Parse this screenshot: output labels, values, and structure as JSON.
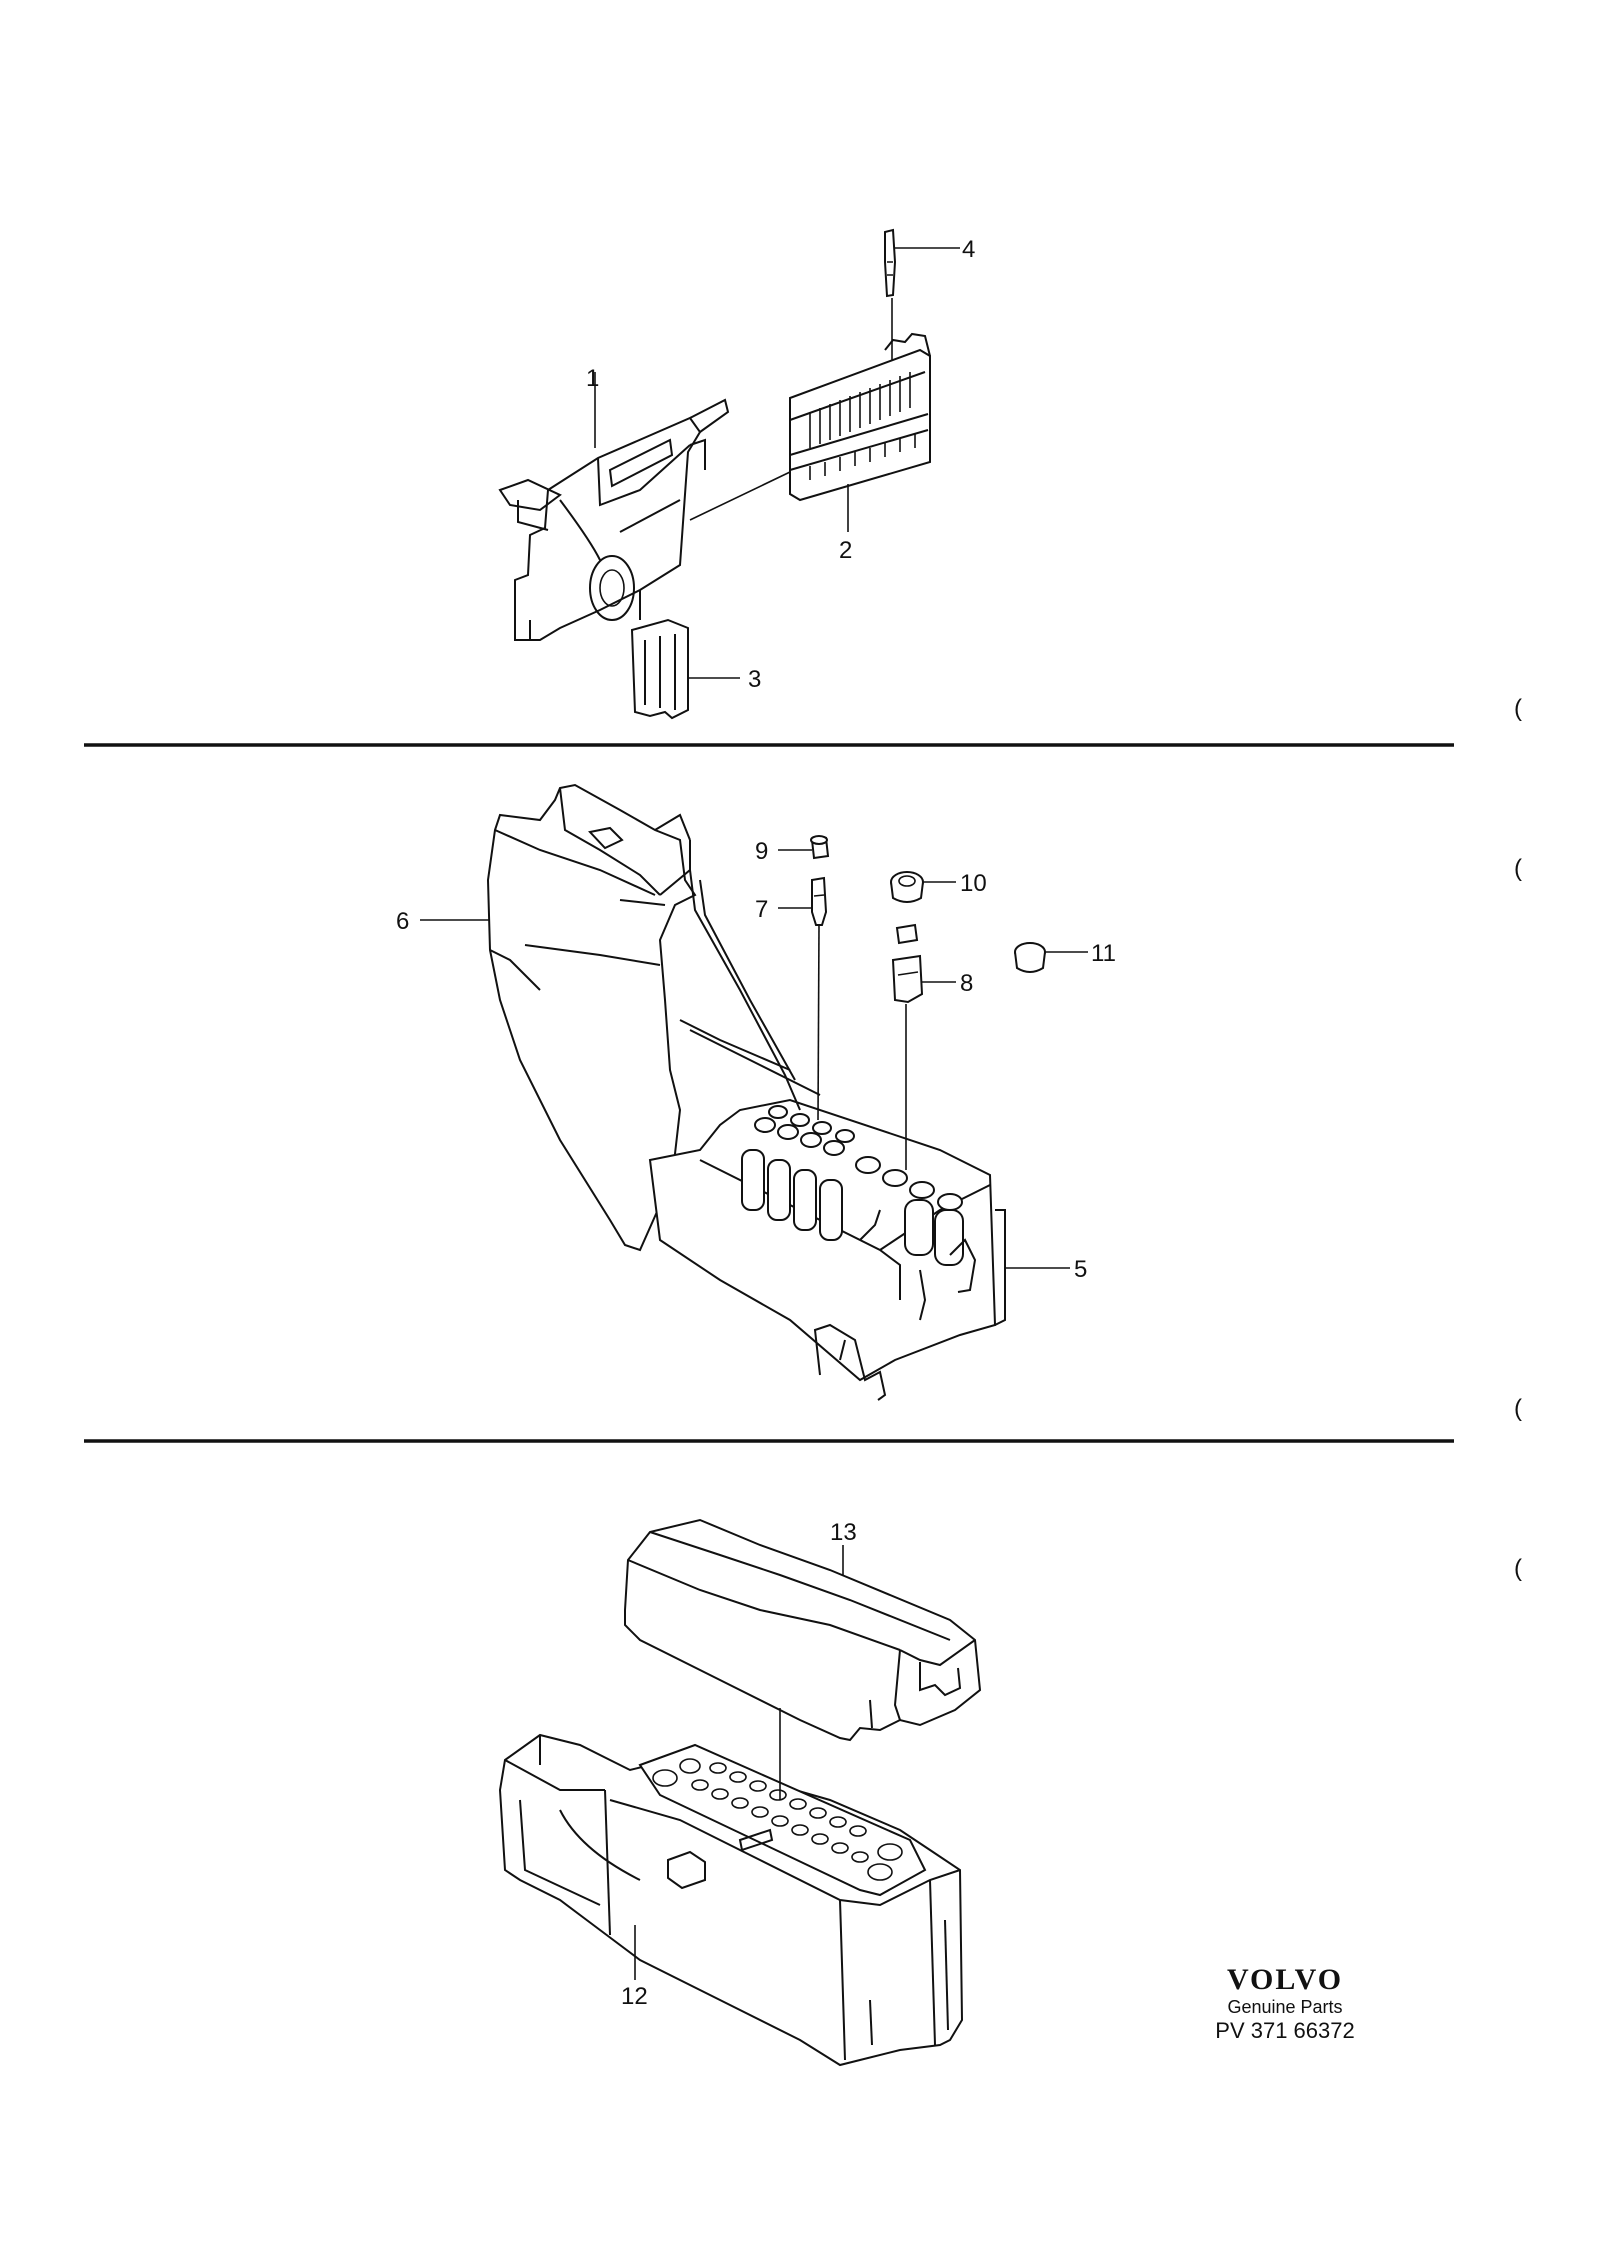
{
  "labels": {
    "p1": "1",
    "p2": "2",
    "p3": "3",
    "p4": "4",
    "p5": "5",
    "p6": "6",
    "p7": "7",
    "p8": "8",
    "p9": "9",
    "p10": "10",
    "p11": "11",
    "p12": "12",
    "p13": "13"
  },
  "brand": {
    "logo": "VOLVO",
    "tagline": "Genuine Parts",
    "ref": "PV 371 66372"
  },
  "margin_marks": [
    "(",
    "(",
    "(",
    "("
  ]
}
